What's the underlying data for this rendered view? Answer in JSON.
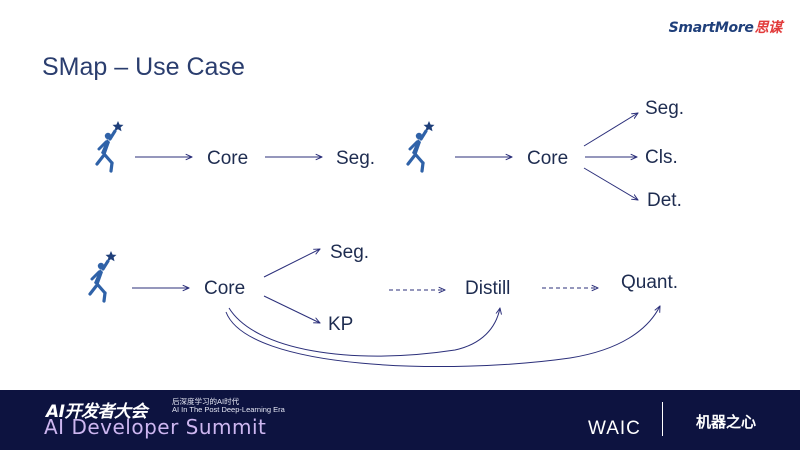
{
  "header": {
    "logo_latin": "SmartMore",
    "logo_cjk": "思谋"
  },
  "slide": {
    "title": "SMap – Use Case"
  },
  "diagram": {
    "nodes": {
      "r1_core": "Core",
      "r1_seg": "Seg.",
      "r1b_core": "Core",
      "r1b_seg": "Seg.",
      "r1b_cls": "Cls.",
      "r1b_det": "Det.",
      "r2_core": "Core",
      "r2_seg": "Seg.",
      "r2_kp": "KP",
      "r2_distill": "Distill",
      "r2_quant": "Quant."
    },
    "icon": "person-reaching-star-icon",
    "colors": {
      "node_text": "#1e2c50",
      "arrow": "#2b2f7a",
      "icon": "#2f62a8",
      "star": "#1f3f7a"
    }
  },
  "footer": {
    "event_cn": "AI开发者大会",
    "event_tagline_cn": "后深度学习的AI时代",
    "event_tagline_en": "AI In The Post Deep-Learning Era",
    "event_en": "AI Developer Summit",
    "partner1": "WAIC",
    "partner2": "机器之心",
    "colors": {
      "bg": "#0d1340",
      "en_title": "#cdb6f0"
    }
  }
}
